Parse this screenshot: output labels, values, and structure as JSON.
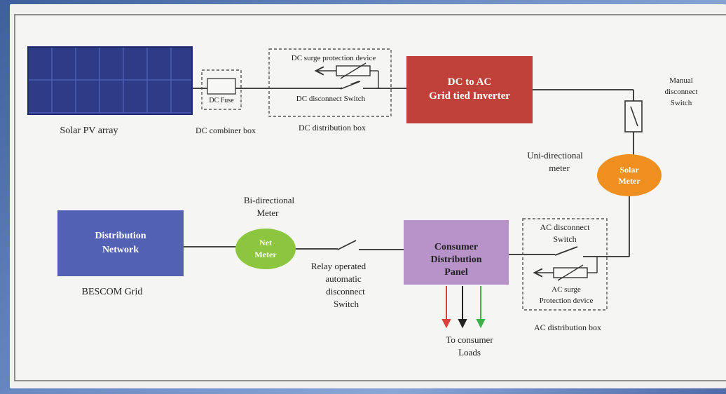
{
  "labels": {
    "solar_pv_array": "Solar PV array",
    "dc_fuse": "DC Fuse",
    "dc_combiner_box": "DC combiner box",
    "dc_surge": "DC surge protection device",
    "dc_disconnect": "DC disconnect Switch",
    "dc_distribution_box": "DC distribution box",
    "inverter_line1": "DC to AC",
    "inverter_line2": "Grid tied Inverter",
    "manual_disconnect_line1": "Manual",
    "manual_disconnect_line2": "disconnect",
    "manual_disconnect_line3": "Switch",
    "unidirectional_line1": "Uni-directional",
    "unidirectional_line2": "meter",
    "solar_meter_line1": "Solar",
    "solar_meter_line2": "Meter",
    "distribution_network_line1": "Distribution",
    "distribution_network_line2": "Network",
    "bescom_grid": "BESCOM Grid",
    "bidirectional_line1": "Bi-directional",
    "bidirectional_line2": "Meter",
    "net_meter_line1": "Net",
    "net_meter_line2": "Meter",
    "relay_line1": "Relay operated",
    "relay_line2": "automatic",
    "relay_line3": "disconnect",
    "relay_line4": "Switch",
    "consumer_panel_line1": "Consumer",
    "consumer_panel_line2": "Distribution",
    "consumer_panel_line3": "Panel",
    "ac_disconnect_line1": "AC disconnect",
    "ac_disconnect_line2": "Switch",
    "ac_surge_line1": "AC surge",
    "ac_surge_line2": "Protection device",
    "ac_distribution_box": "AC distribution box",
    "loads_line1": "To consumer",
    "loads_line2": "Loads"
  },
  "colors": {
    "solar_panel": "#2e3b86",
    "inverter": "#c0413a",
    "solar_meter": "#ef8f1f",
    "distribution_network": "#5261b3",
    "net_meter": "#8cc63f",
    "consumer_panel": "#b793c9",
    "wire": "#444444",
    "load_red": "#d9413a",
    "load_black": "#222222",
    "load_green": "#3fb04a"
  }
}
